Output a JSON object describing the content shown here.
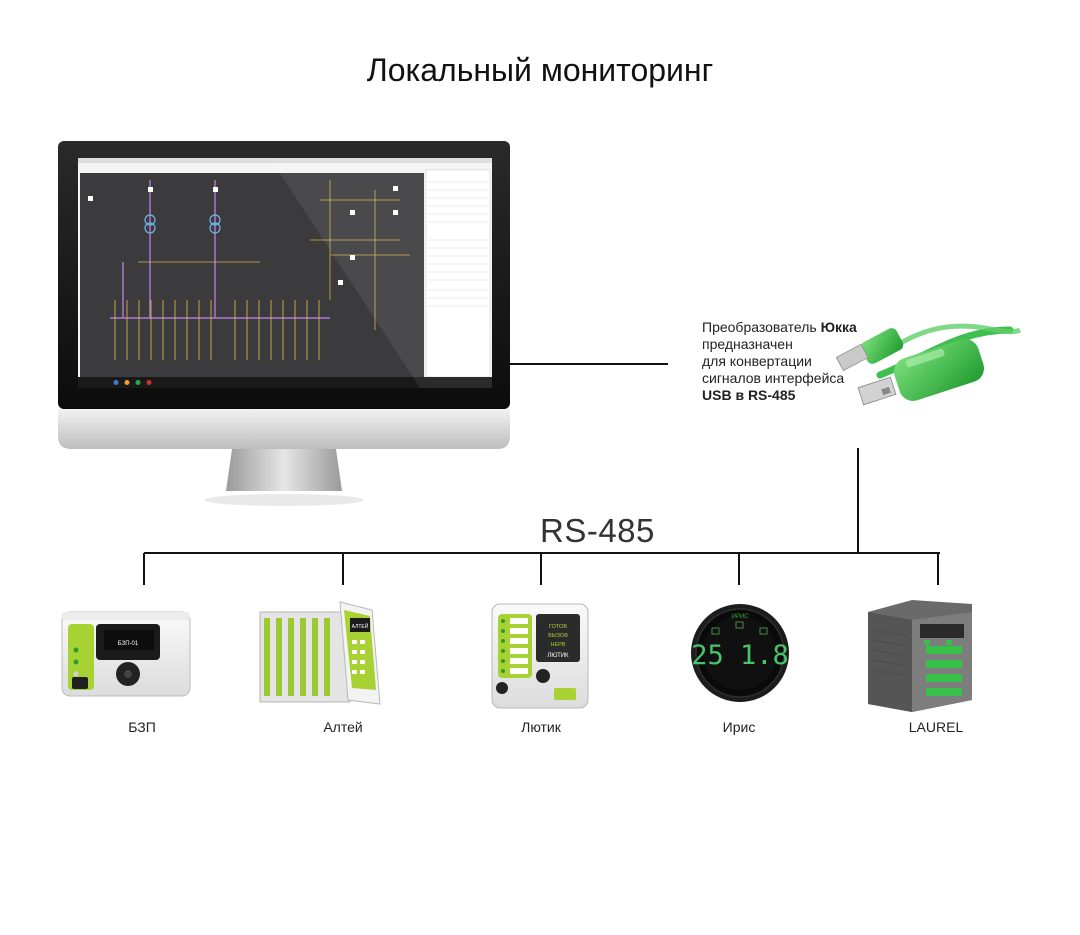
{
  "title": "Локальный мониторинг",
  "bus_label": "RS-485",
  "converter": {
    "line1_prefix": "Преобразователь",
    "line1_bold": "Юкка",
    "line2": "предназначен",
    "line3": "для конвертации",
    "line4": "сигналов интерфейса",
    "line5_bold": "USB в RS-485"
  },
  "devices": [
    {
      "label": "БЗП"
    },
    {
      "label": "Алтей"
    },
    {
      "label": "Лютик"
    },
    {
      "label": "Ирис"
    },
    {
      "label": "LAUREL"
    }
  ],
  "device_texts": {
    "bzp_display": "БЗП-01",
    "altei_display": "АЛТЕЙ",
    "lutik_display": "ЛЮТИК",
    "lutik_status": [
      "ГОТОВ",
      "ВЫЗОВ",
      "НЕРВ"
    ],
    "iris_brand": "ИРИС",
    "iris_value": "25 1.8"
  }
}
